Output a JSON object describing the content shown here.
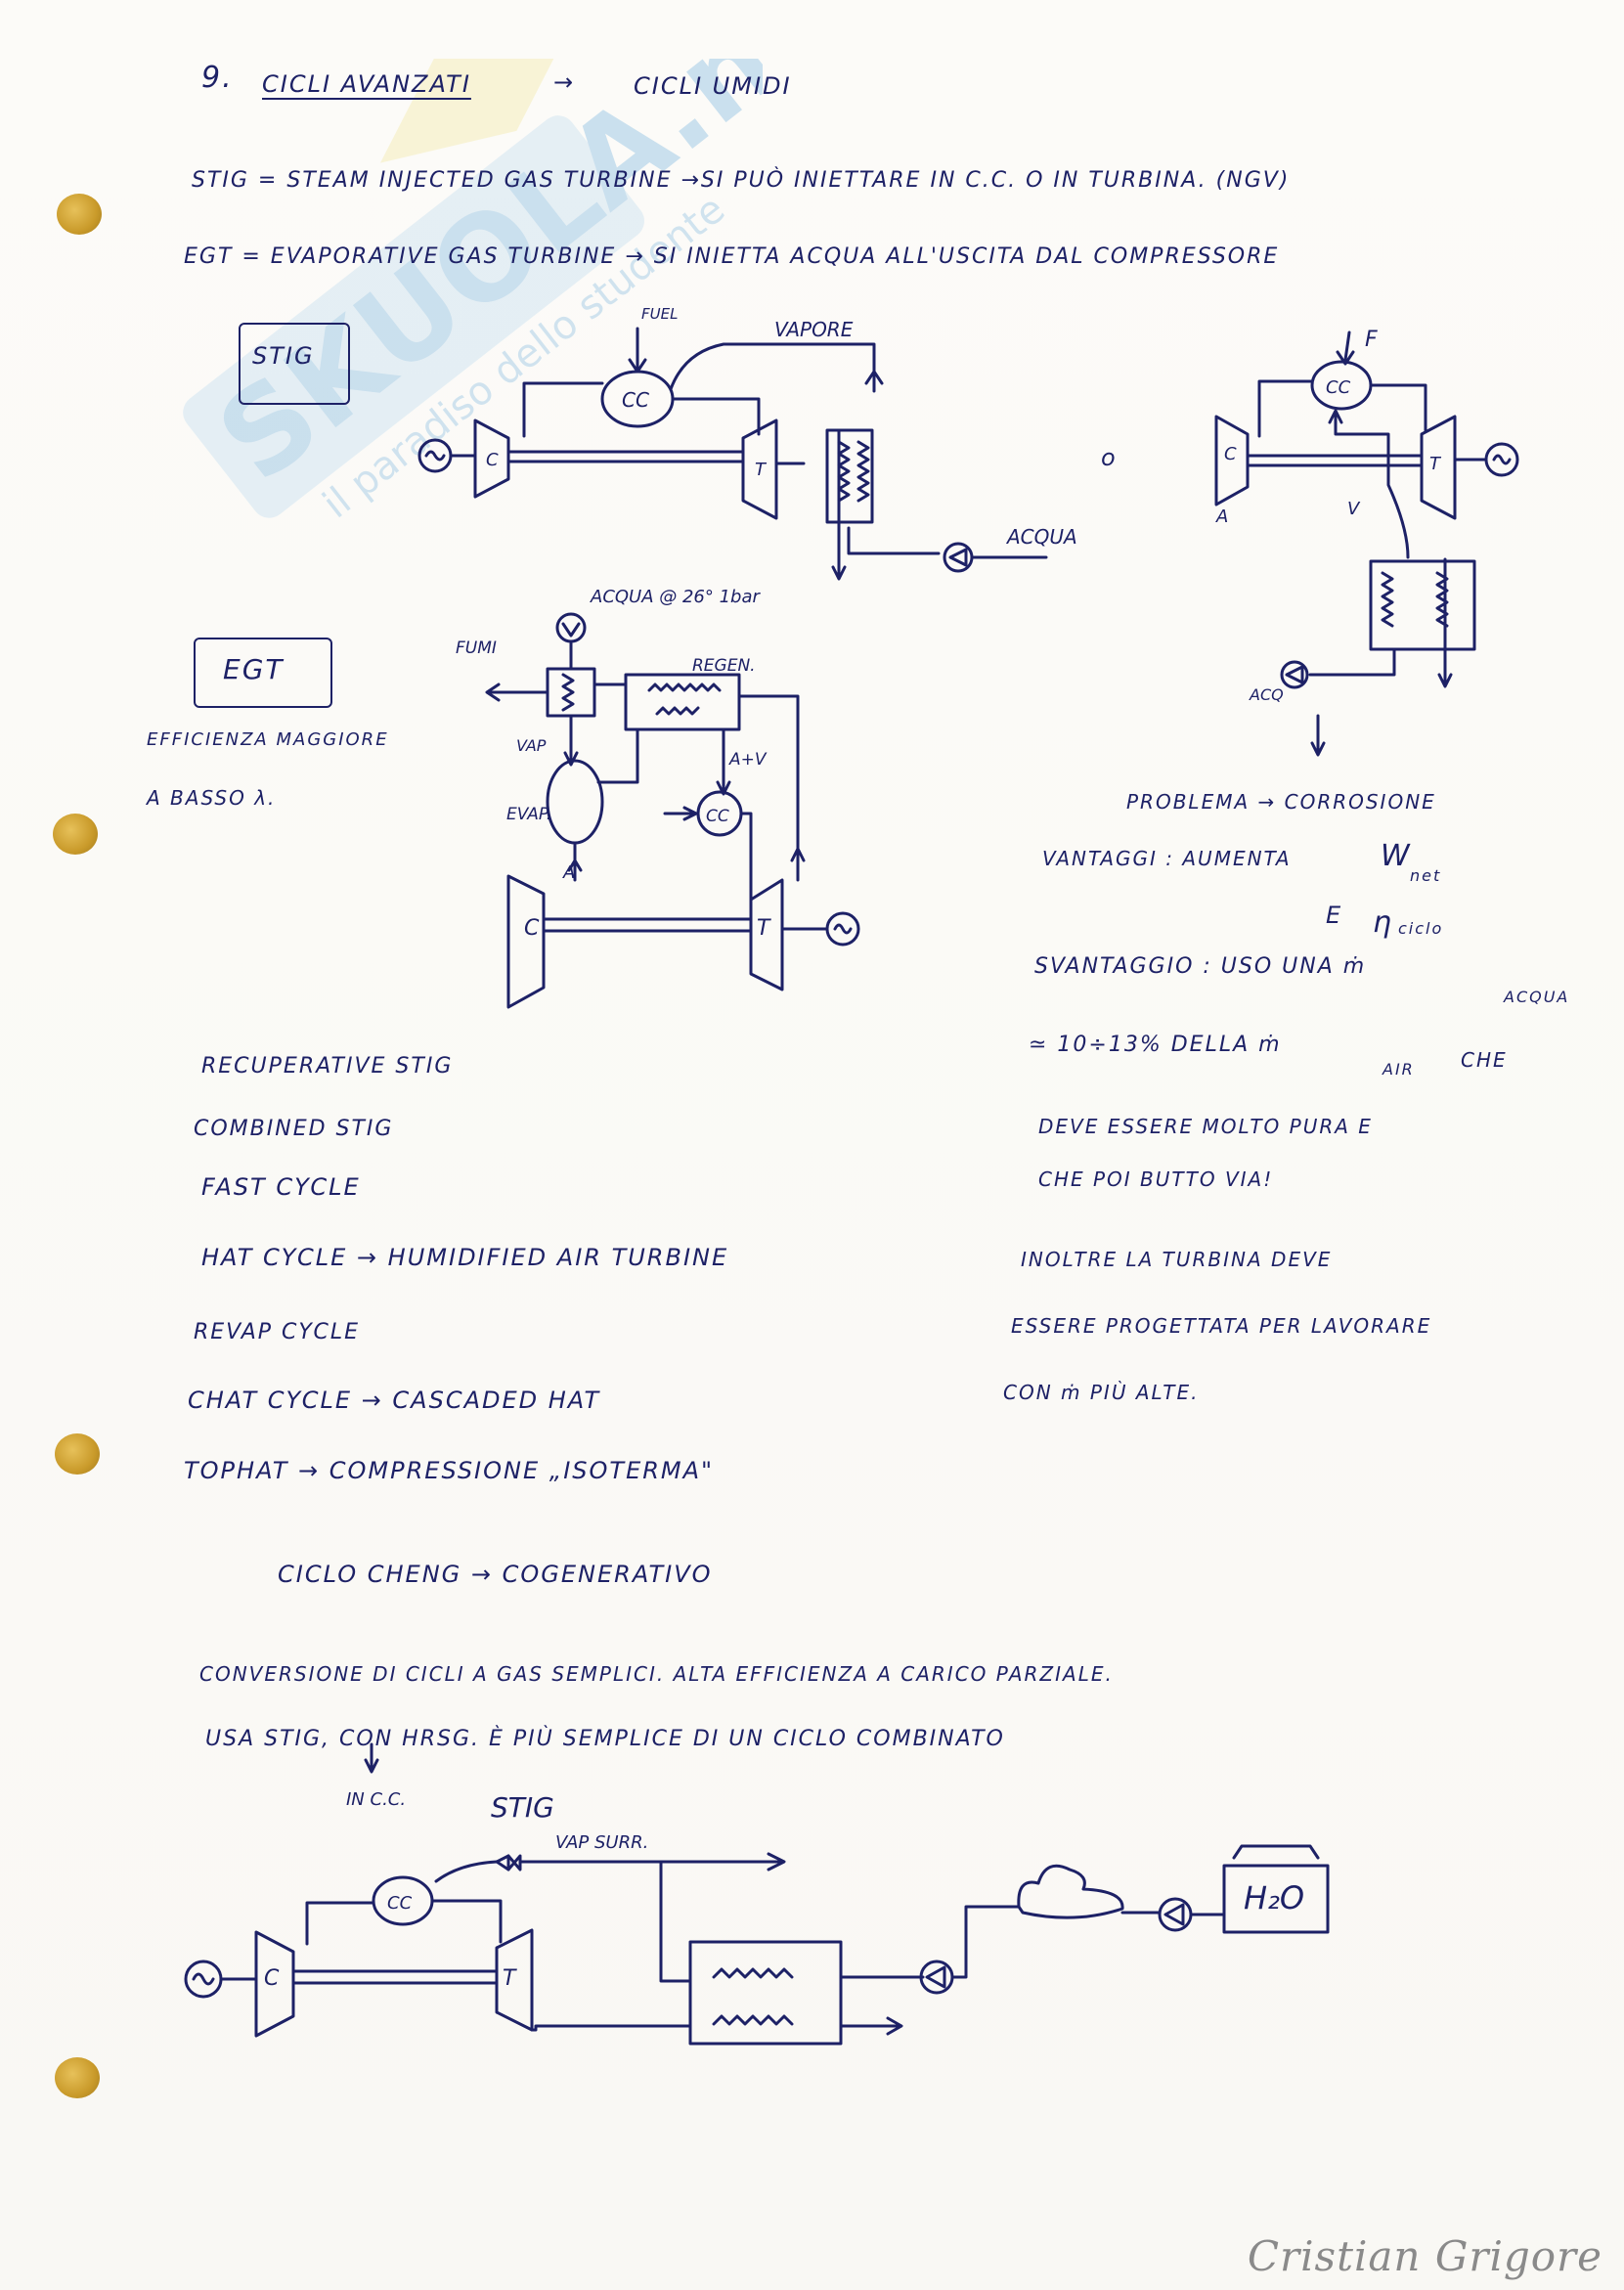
{
  "title": {
    "number": "9.",
    "main": "CICLI AVANZATI",
    "arrow": "→",
    "sub": "CICLI UMIDI"
  },
  "definitions": {
    "stig": "STIG = STEAM INJECTED GAS TURBINE →SI PUÒ INIETTARE IN C.C. O IN TURBINA. (NGV)",
    "egt": "EGT = EVAPORATIVE GAS TURBINE → SI INIETTA ACQUA ALL'USCITA DAL COMPRESSORE"
  },
  "stig_diagram": {
    "box_label": "STIG",
    "fuel": "FUEL",
    "vapore": "VAPORE",
    "cc": "CC",
    "c": "C",
    "t": "T",
    "acqua": "ACQUA",
    "o": "o"
  },
  "stig_diagram_2": {
    "f": "F",
    "cc": "CC",
    "c": "C",
    "t": "T",
    "a": "A",
    "v": "V",
    "acq": "ACQ"
  },
  "egt_diagram": {
    "box_label": "EGT",
    "acqua_in": "ACQUA @ 26° 1bar",
    "fumi": "FUMI",
    "regen": "REGEN.",
    "vap": "VAP",
    "a_plus_v": "A+V",
    "evap": "EVAP.",
    "cc": "CC",
    "a": "A",
    "c": "C",
    "t": "T"
  },
  "egt_notes": {
    "line1": "EFFICIENZA MAGGIORE",
    "line2": "A BASSO λ."
  },
  "right_notes": {
    "problema": "PROBLEMA → CORROSIONE",
    "vantaggi": "VANTAGGI : AUMENTA",
    "w_net": "W",
    "w_net_sub": "net",
    "e": "E",
    "eta": "η",
    "eta_sub": "ciclo",
    "svantaggio": "SVANTAGGIO : USO UNA ṁ",
    "svantaggio_sub": "ACQUA",
    "pct": "≃ 10÷13% DELLA ṁ",
    "pct_sub": "AIR",
    "che": "CHE",
    "deve": "DEVE ESSERE MOLTO PURA E",
    "butto": "CHE POI BUTTO VIA!",
    "inoltre": "INOLTRE LA TURBINA DEVE",
    "essere": "ESSERE PROGETTATA PER LAVORARE",
    "con": "CON ṁ PIÙ ALTE."
  },
  "cycles": [
    "RECUPERATIVE STIG",
    "COMBINED STIG",
    "FAST CYCLE",
    "HAT CYCLE → HUMIDIFIED AIR TURBINE",
    "REVAP CYCLE",
    "CHAT CYCLE → CASCADED HAT",
    "TOPHAT → COMPRESSIONE „ISOTERMA\""
  ],
  "cheng": {
    "heading": "CICLO CHENG → COGENERATIVO",
    "line1": "CONVERSIONE DI CICLI A GAS SEMPLICI. ALTA EFFICIENZA A CARICO PARZIALE.",
    "line2": "USA STIG, CON HRSG. È PIÙ SEMPLICE DI UN CICLO COMBINATO",
    "in_cc": "IN C.C.",
    "stig": "STIG",
    "vap_surr": "VAP SURR.",
    "cc": "CC",
    "c": "C",
    "t": "T",
    "h2o": "H₂O"
  },
  "watermark": {
    "brand": "SKUOLA.net",
    "tagline": "il paradiso dello studente"
  },
  "signature": "Cristian Grigore",
  "colors": {
    "ink": "#1d2166",
    "paper": "#fbfaf7",
    "hole": "#d4a43a",
    "watermark": "#7fb8e0"
  }
}
